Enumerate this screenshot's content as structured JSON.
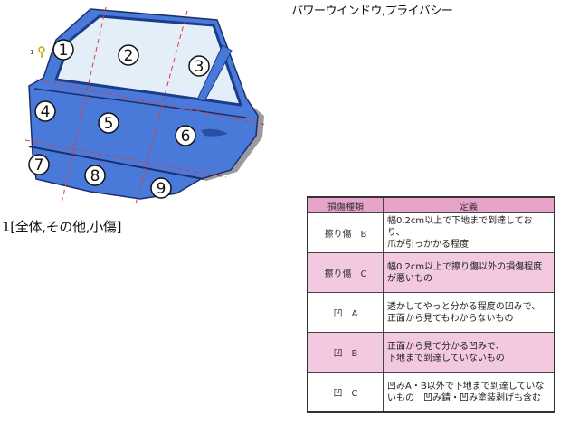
{
  "header": {
    "title": "パワーウインドウ,プライバシー"
  },
  "caption": "1[全体,その他,小傷]",
  "diagram": {
    "hint_marker": "1",
    "door_color": "#4a7ad9",
    "zones": [
      "1",
      "2",
      "3",
      "4",
      "5",
      "6",
      "7",
      "8",
      "9"
    ]
  },
  "table": {
    "headers": [
      "損傷種類",
      "定義"
    ],
    "rows": [
      {
        "type": "擦り傷　B",
        "def1": "幅0.2cm以上で下地まで到達しており、",
        "def2": "爪が引っかかる程度"
      },
      {
        "type": "擦り傷　C",
        "def1": "幅0.2cm以上で擦り傷以外の損傷程度",
        "def2": "が悪いもの"
      },
      {
        "type": "凹　A",
        "def1": "透かしてやっと分かる程度の凹みで、",
        "def2": "正面から見てもわからないもの"
      },
      {
        "type": "凹　B",
        "def1": "正面から見て分かる凹みで、",
        "def2": "下地まで到達していないもの"
      },
      {
        "type": "凹　C",
        "def1": "凹みA・B以外で下地まで到達していな",
        "def2": "いもの　凹み錆・凹み塗装剥げも含む"
      }
    ],
    "header_color": "#e8a3cb",
    "alt_row_color": "#f3c9e1"
  }
}
